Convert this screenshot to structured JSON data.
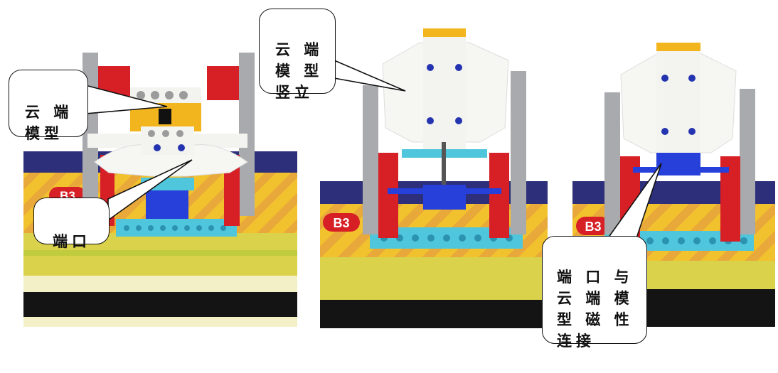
{
  "colors": {
    "floor_yellow": "#f2c22e",
    "floor_stripe": "#e8a83a",
    "floor_green": "#cfd34a",
    "band_navy": "#2d2f7a",
    "brick_red": "#d71f26",
    "brick_grey": "#a9aaad",
    "brick_white": "#f3f3ef",
    "brick_cyan": "#4fc6dc",
    "brick_blue": "#2640d9",
    "floor_black": "#141414"
  },
  "floor_label": "B3",
  "callouts": {
    "left_model": "云 端\n模型",
    "left_port": "端口",
    "middle_upright": "云 端\n模 型\n竖立",
    "right_magnet": "端 口 与\n云 端 模\n型 磁 性\n连接"
  }
}
